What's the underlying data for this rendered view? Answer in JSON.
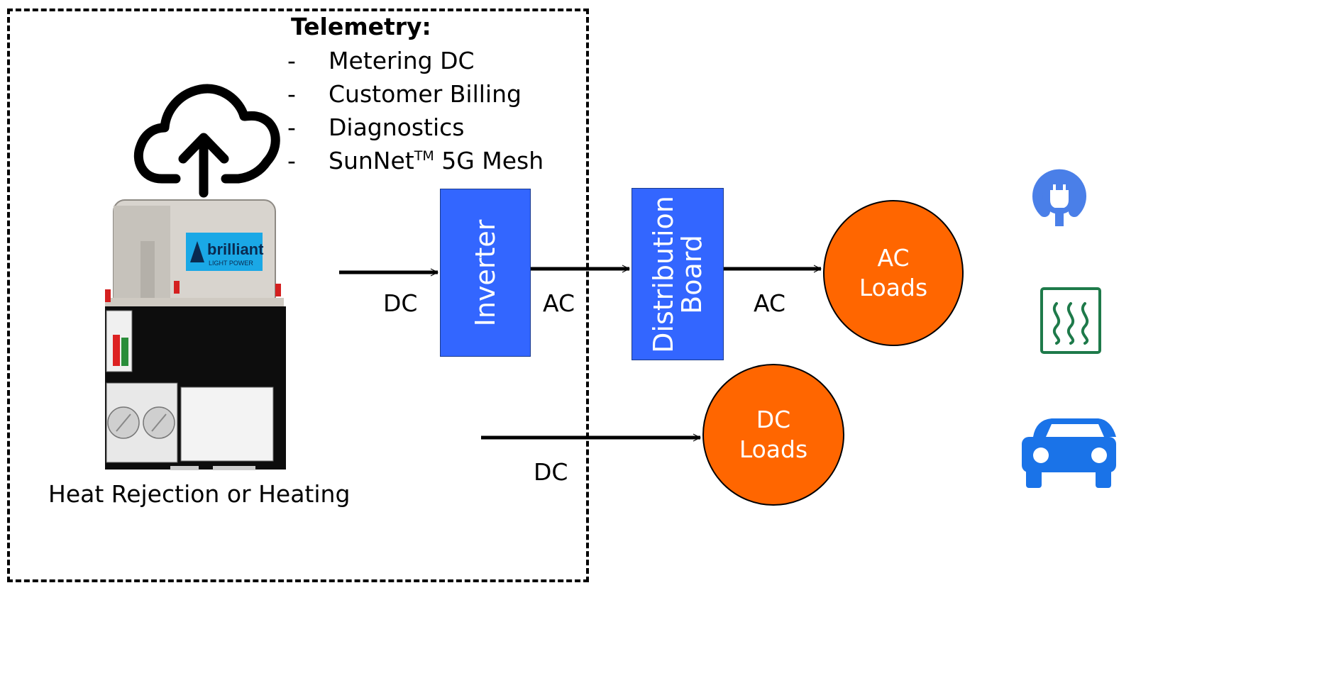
{
  "telemetry": {
    "title": "Telemetry:",
    "items": [
      {
        "dash": "-",
        "text": "Metering DC"
      },
      {
        "dash": "-",
        "text": "Customer Billing"
      },
      {
        "dash": "-",
        "text": "Diagnostics"
      },
      {
        "dash": "-",
        "text": "SunNet",
        "sup": "TM",
        "suffix": " 5G Mesh"
      }
    ]
  },
  "blocks": {
    "inverter": "Inverter",
    "distribution_board": {
      "line1": "Distribution",
      "line2": "Board"
    }
  },
  "loads": {
    "ac": {
      "line1": "AC",
      "line2": "Loads"
    },
    "dc": {
      "line1": "DC",
      "line2": "Loads"
    }
  },
  "edge_labels": {
    "dc_in": "DC",
    "ac_after_inverter": "AC",
    "ac_after_board": "AC",
    "dc_direct": "DC"
  },
  "unit": {
    "caption": "Heat Rejection or Heating",
    "logo_text": "brilliant",
    "logo_subtext": "LIGHT POWER"
  },
  "icons": [
    "cloud-upload-icon",
    "ev-plug-icon",
    "heater-icon",
    "car-icon"
  ],
  "colors": {
    "block_blue": "#3366ff",
    "load_orange": "#ff6600",
    "icon_blue": "#4a7fe8",
    "icon_green": "#1e7a4a",
    "car_blue": "#1a73e8",
    "logo_cyan": "#1aa8e6"
  }
}
